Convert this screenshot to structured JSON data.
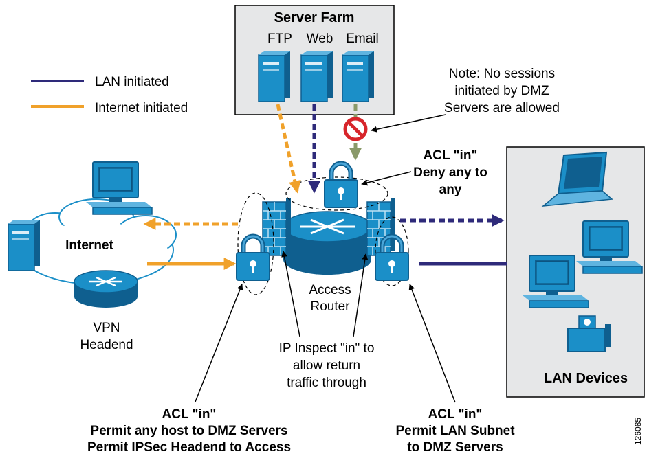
{
  "legend": {
    "lan_initiated": "LAN initiated",
    "internet_initiated": "Internet initiated"
  },
  "server_farm": {
    "title": "Server Farm",
    "servers": [
      "FTP",
      "Web",
      "Email"
    ]
  },
  "note": [
    "Note: No sessions",
    "initiated by DMZ",
    "Servers are allowed"
  ],
  "acl_top": [
    "ACL \"in\"",
    "Deny any to",
    "any"
  ],
  "internet_label": "Internet",
  "vpn_label": [
    "VPN",
    "Headend"
  ],
  "router_label": [
    "Access",
    "Router"
  ],
  "inspect_label": [
    "IP Inspect \"in\" to",
    "allow return",
    "traffic through"
  ],
  "acl_left": [
    "ACL \"in\"",
    "Permit any host to DMZ Servers",
    "Permit IPSec Headend to Access"
  ],
  "acl_right": [
    "ACL \"in\"",
    "Permit LAN Subnet",
    "to DMZ Servers"
  ],
  "lan_devices": {
    "title": "LAN Devices"
  },
  "figure_id": "126085",
  "colors": {
    "lan": "#2e2a7a",
    "internet": "#f0a12a",
    "blocked_flow": "#8a9a6a",
    "device_blue": "#1b8fc8",
    "device_dark": "#0f5f8f",
    "panel_fill": "#e6e7e8",
    "deny": "#d7252b"
  }
}
